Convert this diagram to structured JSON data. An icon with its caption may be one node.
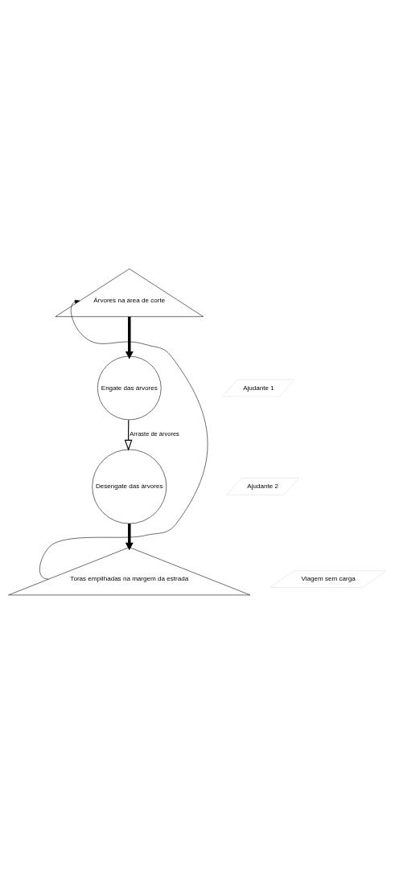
{
  "diagram": {
    "nodes": [
      {
        "text": [
          "Árvores na área de corte"
        ]
      },
      {
        "text": [
          "Engate das árvores"
        ]
      },
      {
        "text": [
          "Ajudante 1"
        ]
      },
      {
        "text": [
          "Desengate das árvores"
        ]
      },
      {
        "text": [
          "Ajudante 2"
        ]
      },
      {
        "text": [
          "Viagem sem carga"
        ]
      },
      {
        "text": [
          "Toras empilhadas na margem da estrada"
        ]
      }
    ],
    "edges": [
      {
        "from": 0,
        "to": 1,
        "arrow": "to",
        "style": "thick"
      },
      {
        "from": 1,
        "to": 3,
        "arrow": "to",
        "label": "Arraste de árvores"
      },
      {
        "from": 3,
        "to": 6,
        "arrow": "to",
        "style": "thick"
      },
      {
        "from": 6,
        "to": 0,
        "arrow": "to"
      }
    ]
  }
}
